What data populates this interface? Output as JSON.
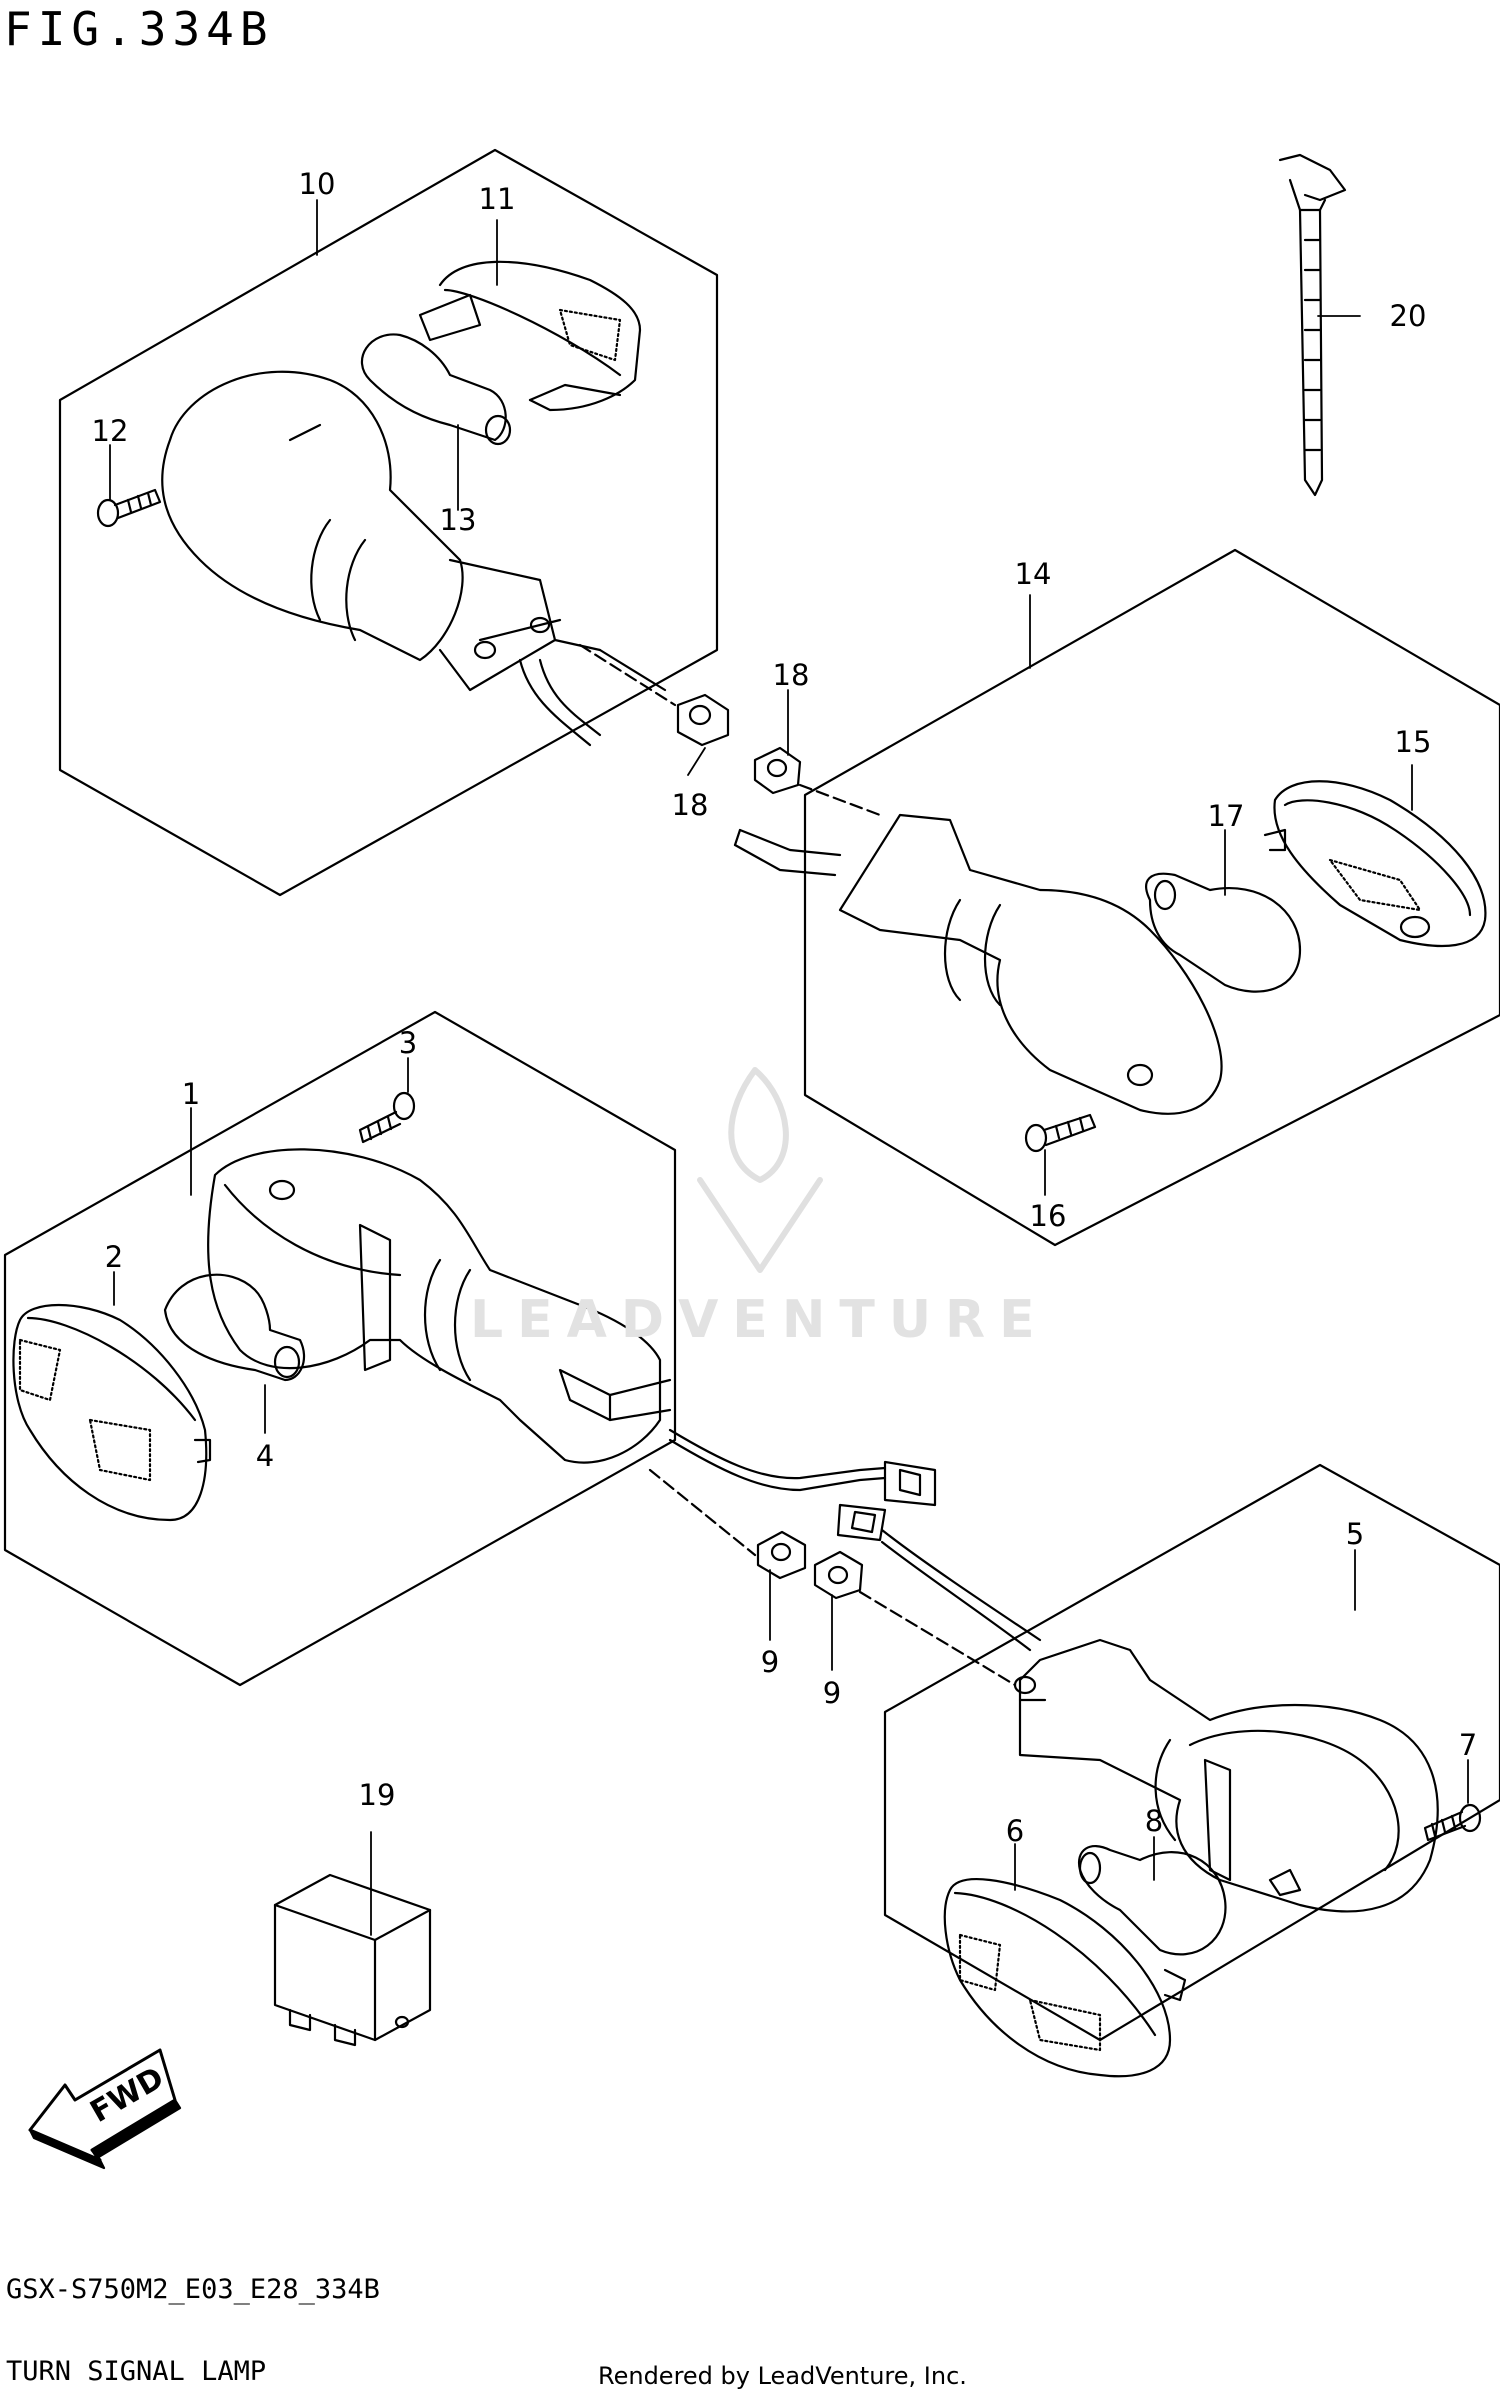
{
  "figure": {
    "title": "FIG.334B",
    "model_code": "GSX-S750M2_E03_E28_334B",
    "part_name": "TURN SIGNAL LAMP",
    "rendered_by": "Rendered by LeadVenture, Inc.",
    "watermark": "LEADVENTURE",
    "fwd_label": "FWD"
  },
  "callouts": [
    "10",
    "11",
    "12",
    "13",
    "20",
    "14",
    "18",
    "18",
    "15",
    "17",
    "16",
    "3",
    "1",
    "2",
    "4",
    "9",
    "9",
    "5",
    "7",
    "6",
    "8",
    "19"
  ]
}
